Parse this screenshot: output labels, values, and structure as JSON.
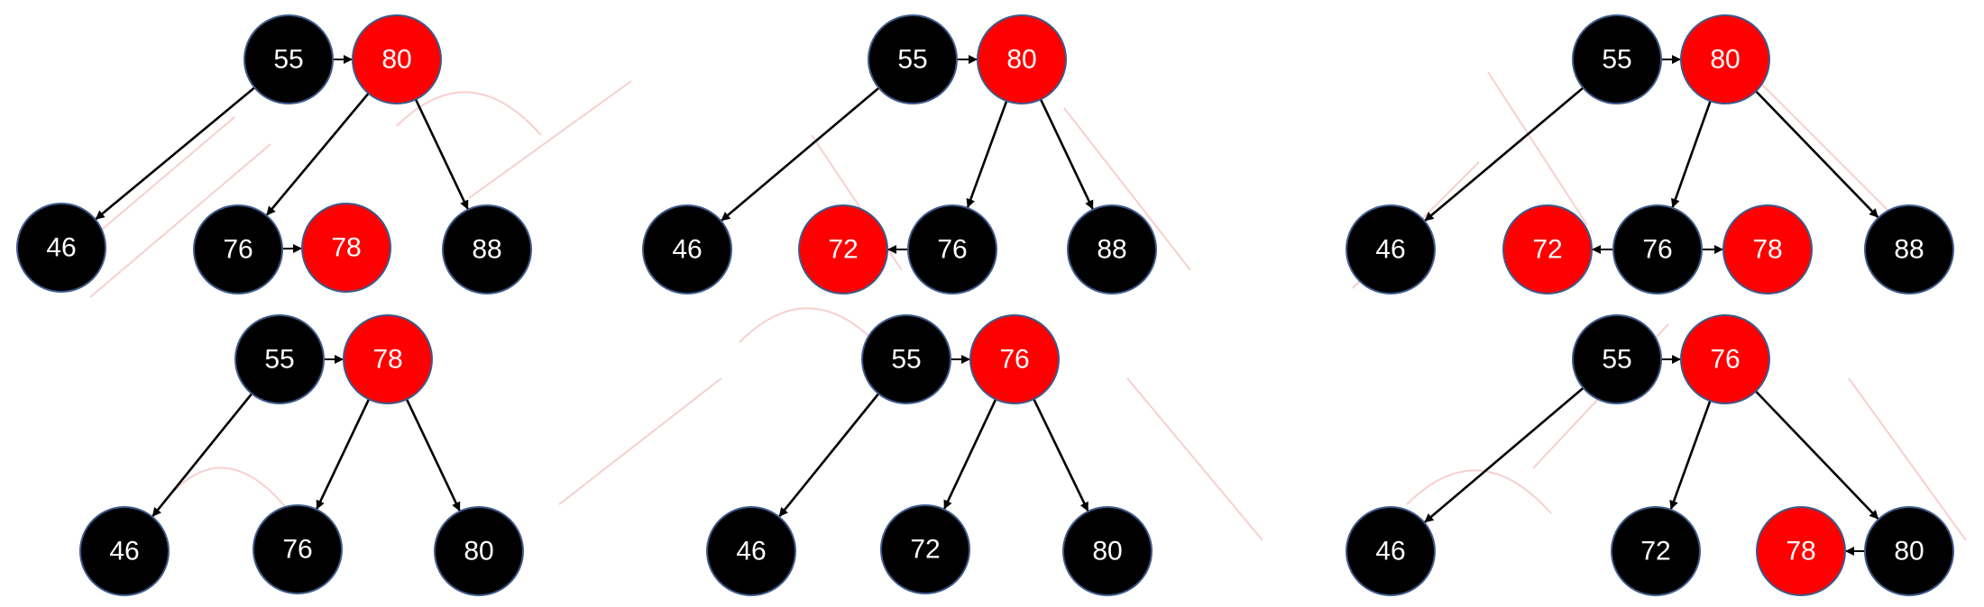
{
  "colors": {
    "black_node": "#000000",
    "red_node": "#ff0000",
    "node_border": "#3d5a8a",
    "edge": "#000000",
    "label": "#ffffff"
  },
  "trees": [
    {
      "nodes": [
        {
          "id": "n55",
          "label": "55",
          "color": "black"
        },
        {
          "id": "n80",
          "label": "80",
          "color": "red"
        },
        {
          "id": "n46",
          "label": "46",
          "color": "black"
        },
        {
          "id": "n76",
          "label": "76",
          "color": "black"
        },
        {
          "id": "n78",
          "label": "78",
          "color": "red"
        },
        {
          "id": "n88",
          "label": "88",
          "color": "black"
        }
      ],
      "edges": [
        [
          "n55",
          "n80",
          "h"
        ],
        [
          "n55",
          "n46",
          "c"
        ],
        [
          "n80",
          "n76",
          "c"
        ],
        [
          "n76",
          "n78",
          "h"
        ],
        [
          "n80",
          "n88",
          "c"
        ]
      ]
    },
    {
      "nodes": [
        {
          "id": "n55",
          "label": "55",
          "color": "black"
        },
        {
          "id": "n80",
          "label": "80",
          "color": "red"
        },
        {
          "id": "n46",
          "label": "46",
          "color": "black"
        },
        {
          "id": "n72",
          "label": "72",
          "color": "red"
        },
        {
          "id": "n76",
          "label": "76",
          "color": "black"
        },
        {
          "id": "n88",
          "label": "88",
          "color": "black"
        }
      ],
      "edges": [
        [
          "n55",
          "n80",
          "h"
        ],
        [
          "n55",
          "n46",
          "c"
        ],
        [
          "n80",
          "n76",
          "c"
        ],
        [
          "n76",
          "n72",
          "h"
        ],
        [
          "n80",
          "n88",
          "c"
        ]
      ]
    },
    {
      "nodes": [
        {
          "id": "n55",
          "label": "55",
          "color": "black"
        },
        {
          "id": "n80",
          "label": "80",
          "color": "red"
        },
        {
          "id": "n46",
          "label": "46",
          "color": "black"
        },
        {
          "id": "n72",
          "label": "72",
          "color": "red"
        },
        {
          "id": "n76",
          "label": "76",
          "color": "black"
        },
        {
          "id": "n78",
          "label": "78",
          "color": "red"
        },
        {
          "id": "n88",
          "label": "88",
          "color": "black"
        }
      ],
      "edges": [
        [
          "n55",
          "n80",
          "h"
        ],
        [
          "n55",
          "n46",
          "c"
        ],
        [
          "n80",
          "n76",
          "c"
        ],
        [
          "n76",
          "n72",
          "h"
        ],
        [
          "n76",
          "n78",
          "h"
        ],
        [
          "n80",
          "n88",
          "c"
        ]
      ]
    },
    {
      "nodes": [
        {
          "id": "n55",
          "label": "55",
          "color": "black"
        },
        {
          "id": "n78",
          "label": "78",
          "color": "red"
        },
        {
          "id": "n46",
          "label": "46",
          "color": "black"
        },
        {
          "id": "n76",
          "label": "76",
          "color": "black"
        },
        {
          "id": "n80",
          "label": "80",
          "color": "black"
        }
      ],
      "edges": [
        [
          "n55",
          "n78",
          "h"
        ],
        [
          "n55",
          "n46",
          "c"
        ],
        [
          "n78",
          "n76",
          "c"
        ],
        [
          "n78",
          "n80",
          "c"
        ]
      ]
    },
    {
      "nodes": [
        {
          "id": "n55",
          "label": "55",
          "color": "black"
        },
        {
          "id": "n76",
          "label": "76",
          "color": "red"
        },
        {
          "id": "n46",
          "label": "46",
          "color": "black"
        },
        {
          "id": "n72",
          "label": "72",
          "color": "black"
        },
        {
          "id": "n80",
          "label": "80",
          "color": "black"
        }
      ],
      "edges": [
        [
          "n55",
          "n76",
          "h"
        ],
        [
          "n55",
          "n46",
          "c"
        ],
        [
          "n76",
          "n72",
          "c"
        ],
        [
          "n76",
          "n80",
          "c"
        ]
      ]
    },
    {
      "nodes": [
        {
          "id": "n55",
          "label": "55",
          "color": "black"
        },
        {
          "id": "n76",
          "label": "76",
          "color": "red"
        },
        {
          "id": "n46",
          "label": "46",
          "color": "black"
        },
        {
          "id": "n72",
          "label": "72",
          "color": "black"
        },
        {
          "id": "n78",
          "label": "78",
          "color": "red"
        },
        {
          "id": "n80",
          "label": "80",
          "color": "black"
        }
      ],
      "edges": [
        [
          "n55",
          "n76",
          "h"
        ],
        [
          "n55",
          "n46",
          "c"
        ],
        [
          "n76",
          "n72",
          "c"
        ],
        [
          "n76",
          "n80",
          "c"
        ],
        [
          "n80",
          "n78",
          "h"
        ]
      ]
    }
  ]
}
